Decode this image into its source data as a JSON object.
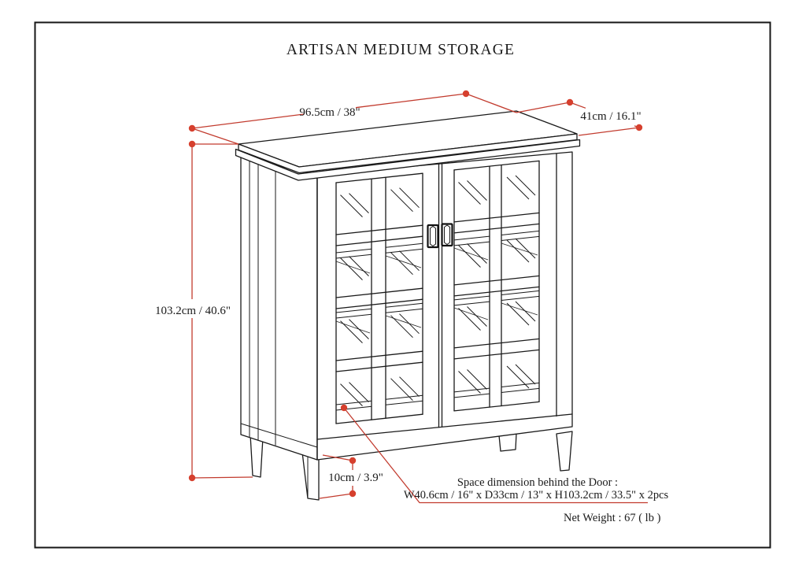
{
  "page": {
    "title": "ARTISAN MEDIUM STORAGE"
  },
  "cabinet": {
    "dimensions": {
      "width": "96.5cm / 38\"",
      "depth": "41cm / 16.1\"",
      "height": "103.2cm / 40.6\"",
      "leg_height": "10cm / 3.9\""
    },
    "notes": {
      "space_title": "Space dimension behind the Door :",
      "space_value": "W40.6cm / 16\" x D33cm / 13\" x H103.2cm / 33.5\" x 2pcs",
      "net_weight": "Net Weight : 67 ( lb )"
    },
    "colors": {
      "dimension_red": "#c23b2e",
      "line_black": "#1a1a1a"
    }
  }
}
